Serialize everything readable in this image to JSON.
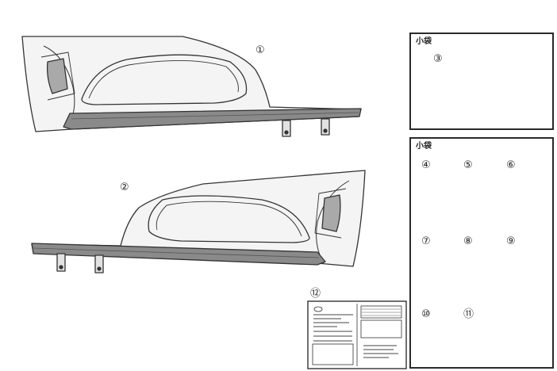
{
  "labels": {
    "part1": "①",
    "part2": "②",
    "part3": "③",
    "part4": "④",
    "part5": "⑤",
    "part6": "⑥",
    "part7": "⑦",
    "part8": "⑧",
    "part9": "⑨",
    "part10": "⑩",
    "part11": "⑪",
    "part12": "⑫"
  },
  "boxes": {
    "top_caption": "小袋",
    "bottom_caption": "小袋"
  },
  "colors": {
    "line": "#333333",
    "part_fill": "#f4f4f4",
    "lip": "#8a8a8a",
    "lip_dark": "#6e6e6e",
    "vent": "#a9a9a9",
    "hardware": "#bdbdbd",
    "hardware_dark": "#555555"
  }
}
